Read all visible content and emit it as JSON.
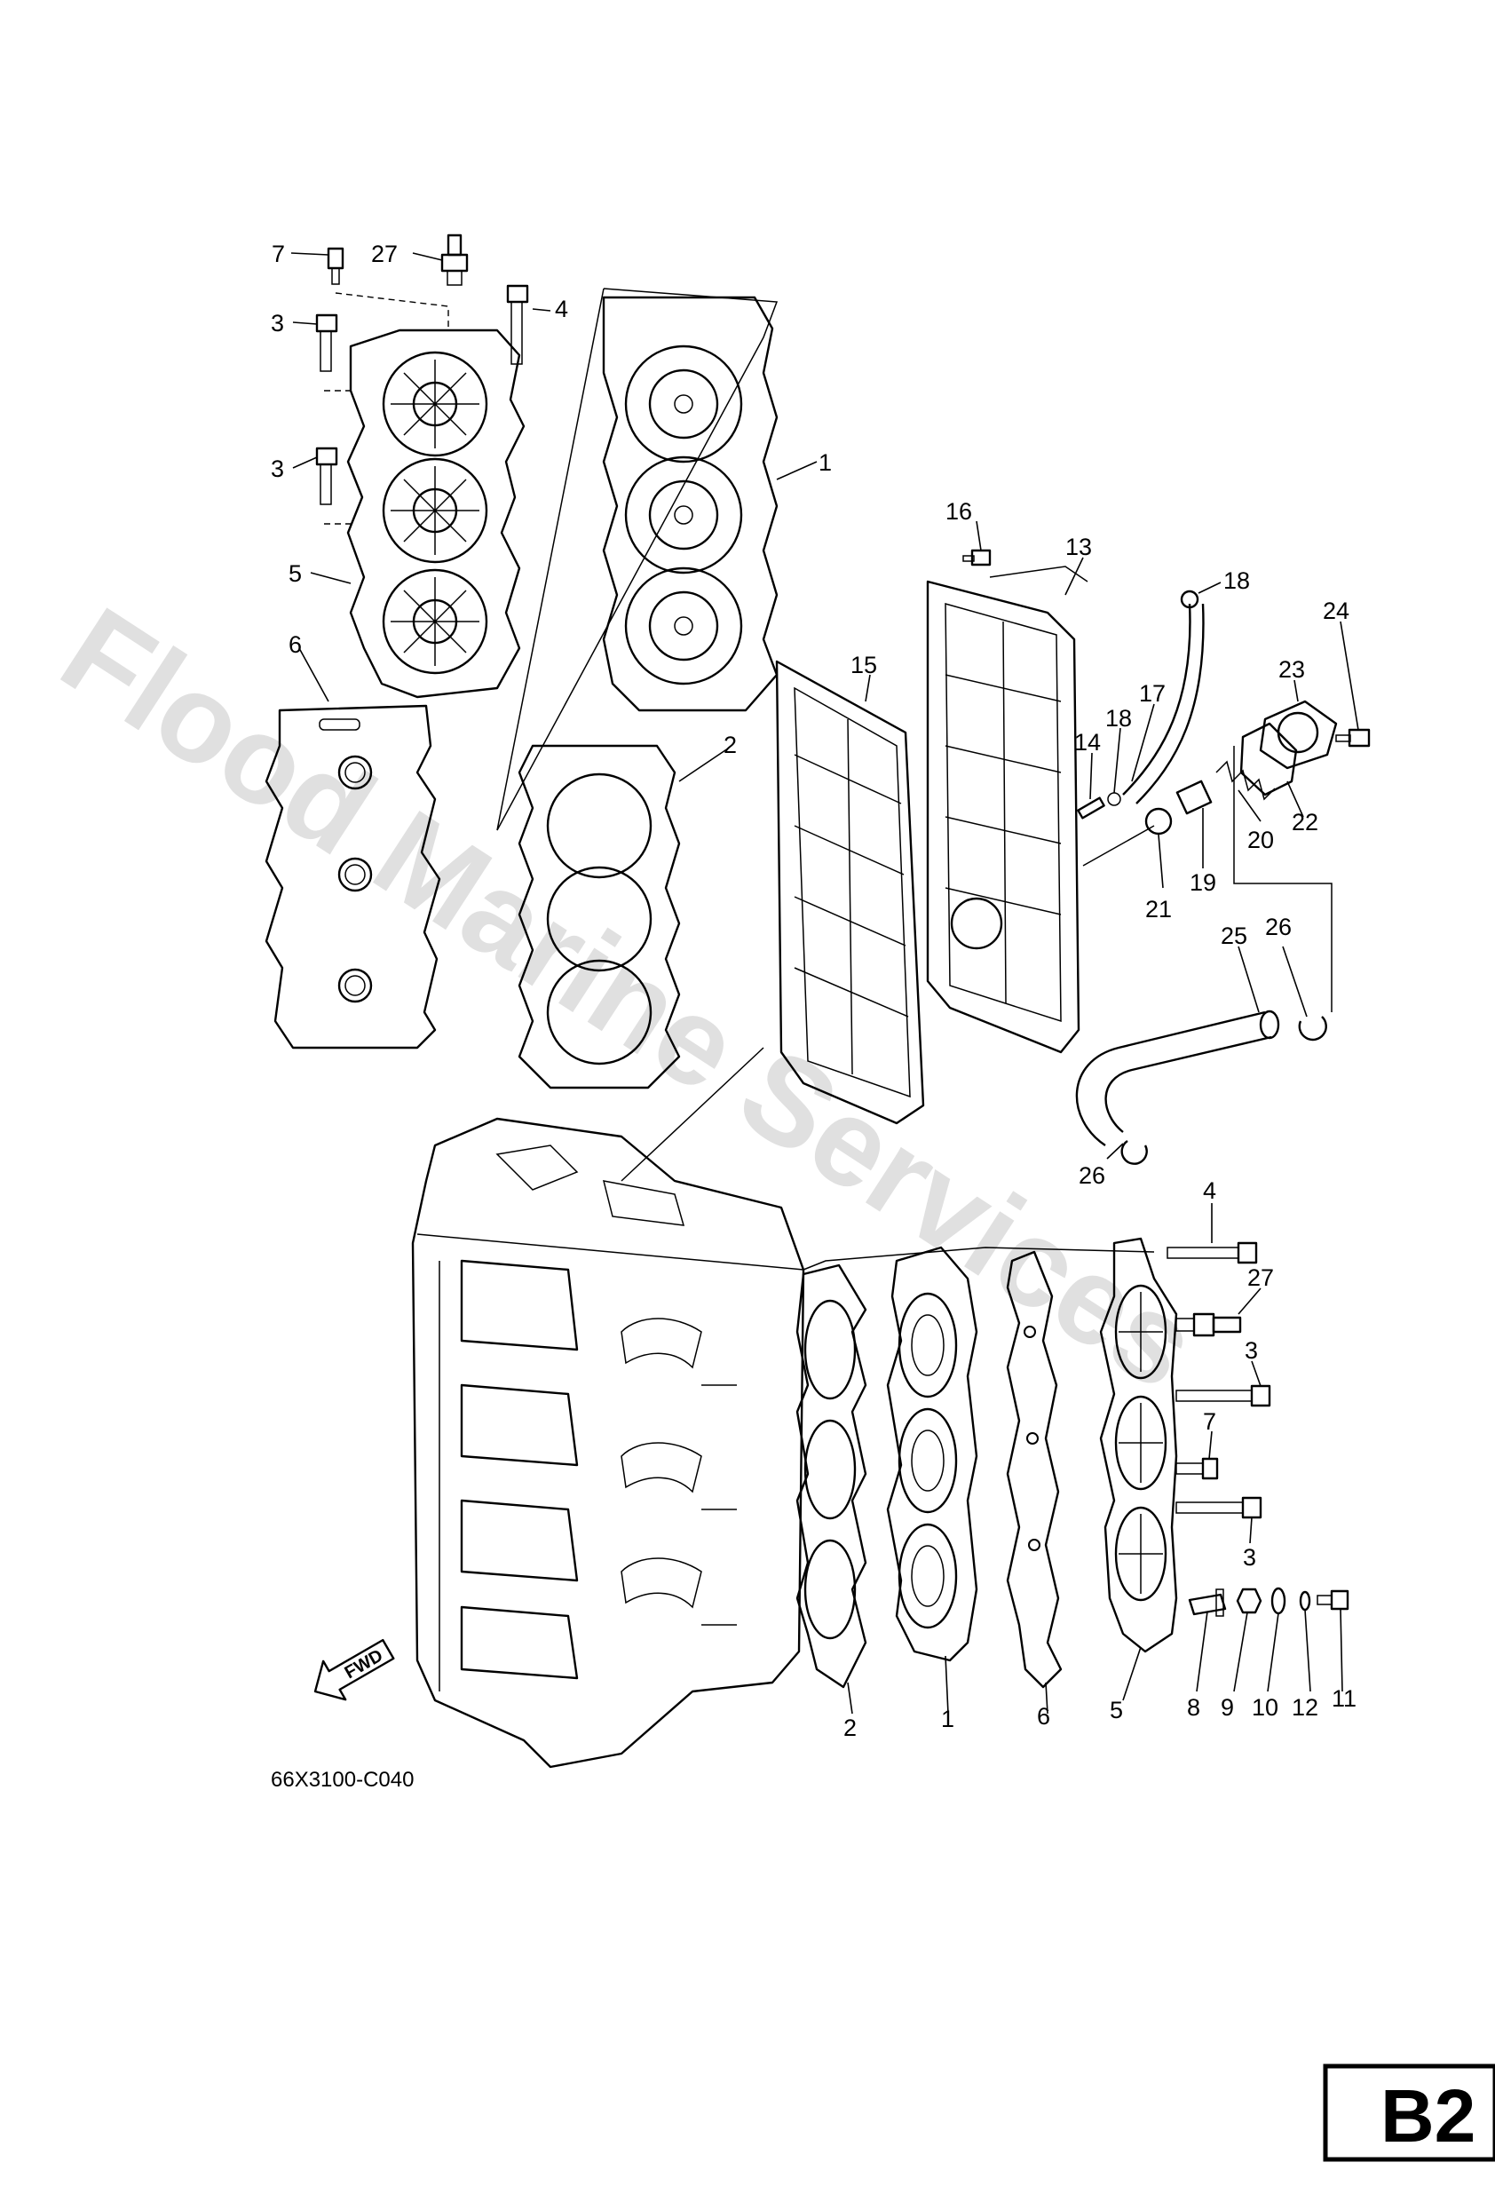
{
  "watermark": "Flood Marine Services",
  "diagram_code": "66X3100-C040",
  "fwd_label": "FWD",
  "page_tag": "B2",
  "labels": [
    {
      "id": "7",
      "text": "7"
    },
    {
      "id": "27",
      "text": "27"
    },
    {
      "id": "4",
      "text": "4"
    },
    {
      "id": "3a",
      "text": "3"
    },
    {
      "id": "3b",
      "text": "3"
    },
    {
      "id": "5",
      "text": "5"
    },
    {
      "id": "6",
      "text": "6"
    },
    {
      "id": "1",
      "text": "1"
    },
    {
      "id": "2",
      "text": "2"
    },
    {
      "id": "16",
      "text": "16"
    },
    {
      "id": "13",
      "text": "13"
    },
    {
      "id": "18a",
      "text": "18"
    },
    {
      "id": "15",
      "text": "15"
    },
    {
      "id": "14",
      "text": "14"
    },
    {
      "id": "18b",
      "text": "18"
    },
    {
      "id": "17",
      "text": "17"
    },
    {
      "id": "23",
      "text": "23"
    },
    {
      "id": "24",
      "text": "24"
    },
    {
      "id": "20",
      "text": "20"
    },
    {
      "id": "22",
      "text": "22"
    },
    {
      "id": "19",
      "text": "19"
    },
    {
      "id": "21",
      "text": "21"
    },
    {
      "id": "25",
      "text": "25"
    },
    {
      "id": "26a",
      "text": "26"
    },
    {
      "id": "26b",
      "text": "26"
    },
    {
      "id": "4b",
      "text": "4"
    },
    {
      "id": "27b",
      "text": "27"
    },
    {
      "id": "3c",
      "text": "3"
    },
    {
      "id": "7b",
      "text": "7"
    },
    {
      "id": "3d",
      "text": "3"
    },
    {
      "id": "8",
      "text": "8"
    },
    {
      "id": "9",
      "text": "9"
    },
    {
      "id": "10",
      "text": "10"
    },
    {
      "id": "12",
      "text": "12"
    },
    {
      "id": "11",
      "text": "11"
    },
    {
      "id": "2b",
      "text": "2"
    },
    {
      "id": "1b",
      "text": "1"
    },
    {
      "id": "6b",
      "text": "6"
    },
    {
      "id": "5b",
      "text": "5"
    }
  ]
}
